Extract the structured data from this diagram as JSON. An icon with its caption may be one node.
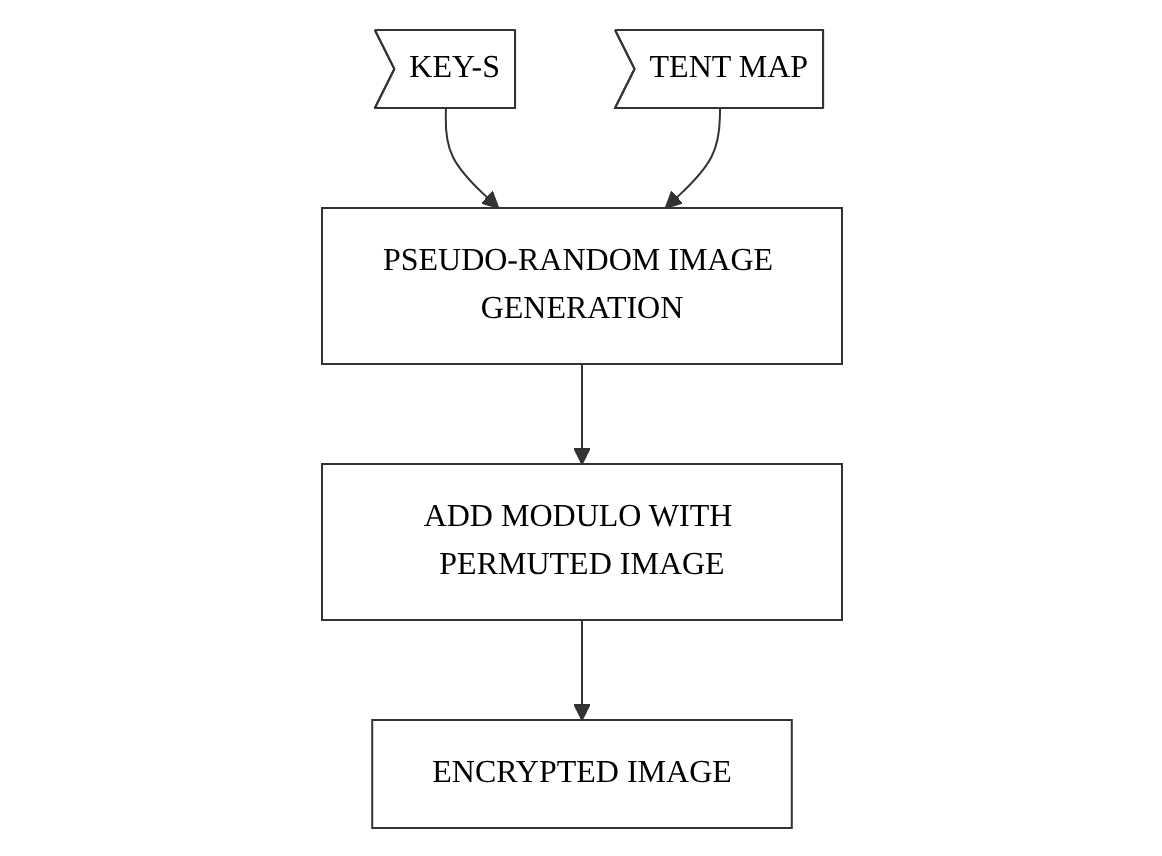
{
  "diagram": {
    "nodes": [
      {
        "text": [
          "KEY-S"
        ]
      },
      {
        "text": [
          "PSEUDO-RANDOM IMAGE GENERATION"
        ]
      },
      {
        "text": [
          "TENT MAP"
        ]
      },
      {
        "text": [
          "ADD MODULO WITH PERMUTED IMAGE"
        ]
      },
      {
        "text": [
          "ENCRYPTED IMAGE"
        ]
      }
    ],
    "edges": [
      {
        "from": 0,
        "to": 1,
        "arrow": "to"
      },
      {
        "from": 2,
        "to": 1,
        "arrow": "to"
      },
      {
        "from": 1,
        "to": 3,
        "arrow": "to"
      },
      {
        "from": 3,
        "to": 4,
        "arrow": "to"
      }
    ]
  }
}
